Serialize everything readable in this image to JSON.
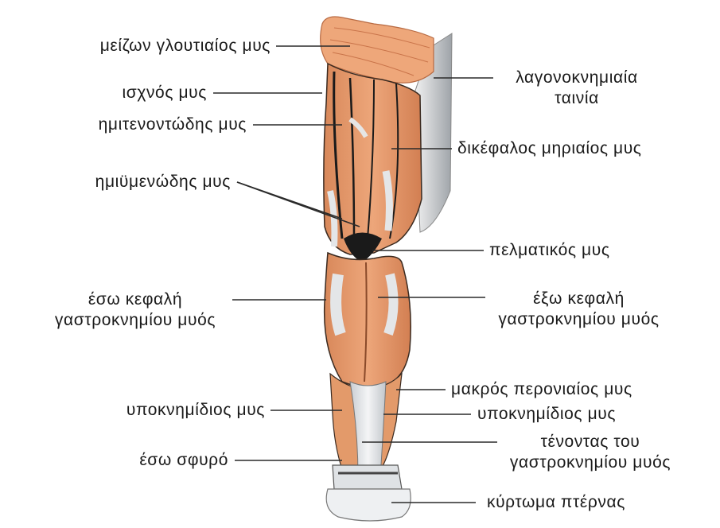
{
  "colors": {
    "muscle": "#e39a6a",
    "muscle_dark": "#c9744a",
    "muscle_light": "#f1b98d",
    "tendon": "#e9ecef",
    "tendon_shadow": "#b7bcc2",
    "outline": "#1a1a1a",
    "leader_line": "#2a2a2a"
  },
  "labels_left": {
    "gluteus_maximus": "μείζων γλουτιαίος μυς",
    "gracilis": "ισχνός μυς",
    "semitendinosus": "ημιτενοντώδης μυς",
    "semimembranosus": "ημιϋμενώδης μυς",
    "medial_gastrocnemius_line1": "έσω κεφαλή",
    "medial_gastrocnemius_line2": "γαστροκνημίου μυός",
    "soleus_left": "υποκνημίδιος μυς",
    "medial_malleolus": "έσω σφυρό"
  },
  "labels_right": {
    "iliotibial_line1": "λαγονοκνημιαία",
    "iliotibial_line2": "ταινία",
    "biceps_femoris": "δικέφαλος μηριαίος μυς",
    "plantaris": "πελματικός μυς",
    "lateral_gastrocnemius_line1": "έξω κεφαλή",
    "lateral_gastrocnemius_line2": "γαστροκνημίου μυός",
    "peroneus_longus": "μακρός περονιαίος μυς",
    "soleus_right": "υποκνημίδιος μυς",
    "achilles_line1": "τένοντας του",
    "achilles_line2": "γαστροκνημίου μυός",
    "calcaneal_tuberosity": "κύρτωμα πτέρνας"
  }
}
